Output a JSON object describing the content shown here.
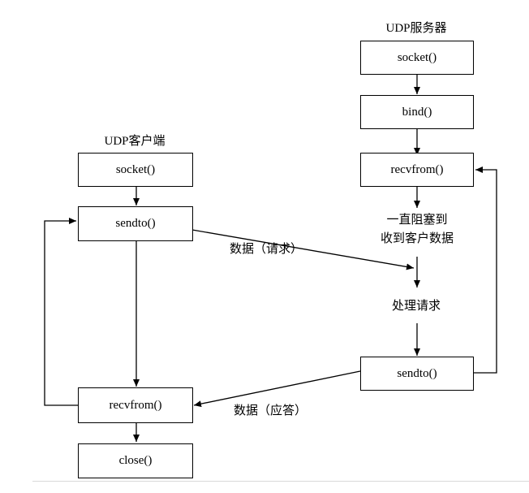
{
  "server": {
    "title": "UDP服务器",
    "socket": "socket()",
    "bind": "bind()",
    "recvfrom": "recvfrom()",
    "block_line1": "一直阻塞到",
    "block_line2": "收到客户数据",
    "process": "处理请求",
    "sendto": "sendto()"
  },
  "client": {
    "title": "UDP客户端",
    "socket": "socket()",
    "sendto": "sendto()",
    "recvfrom": "recvfrom()",
    "close": "close()"
  },
  "messages": {
    "request": "数据（请求）",
    "response": "数据（应答）"
  }
}
